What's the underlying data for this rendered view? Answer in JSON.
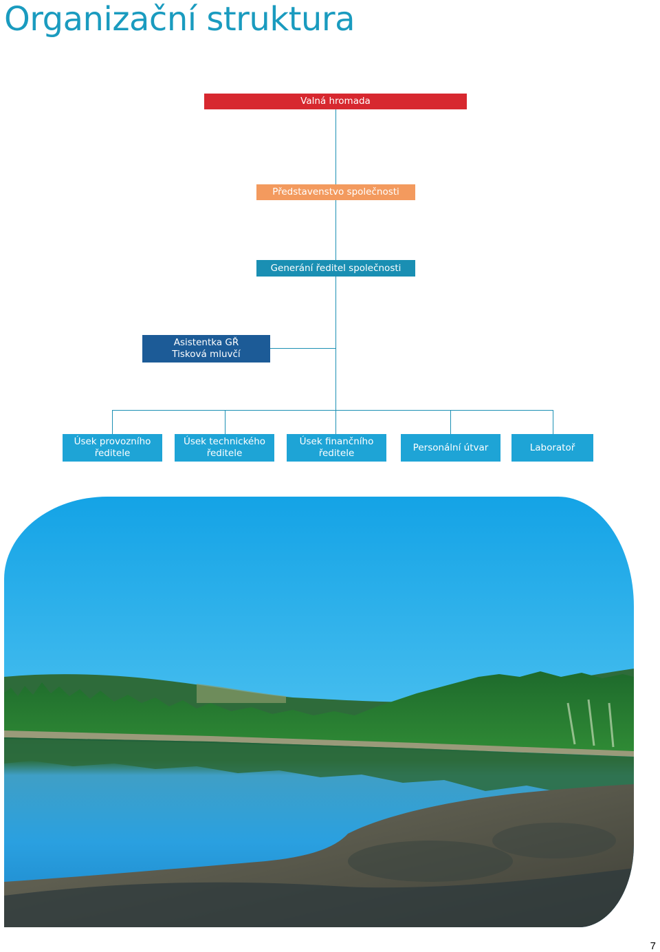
{
  "page_title": "Organizační struktura",
  "org_chart": {
    "level1": "Valná hromada",
    "level2": "Představenstvo společnosti",
    "level3": "Generání ředitel společnosti",
    "assistant": {
      "line1": "Asistentka GŘ",
      "line2": "Tisková mluvčí"
    },
    "divisions": [
      {
        "line1": "Úsek provozního",
        "line2": "ředitele"
      },
      {
        "line1": "Úsek technického",
        "line2": "ředitele"
      },
      {
        "line1": "Úsek finančního",
        "line2": "ředitele"
      },
      {
        "line1": "Personální útvar",
        "line2": ""
      },
      {
        "line1": "Laboratoř",
        "line2": ""
      }
    ],
    "colors": {
      "level1": "#d7282f",
      "level2": "#f39a5e",
      "level3": "#1a8fb3",
      "assistant": "#1c5b97",
      "divisions": "#1ea4d6",
      "title": "#1a9bbf"
    }
  },
  "page_number": "7"
}
